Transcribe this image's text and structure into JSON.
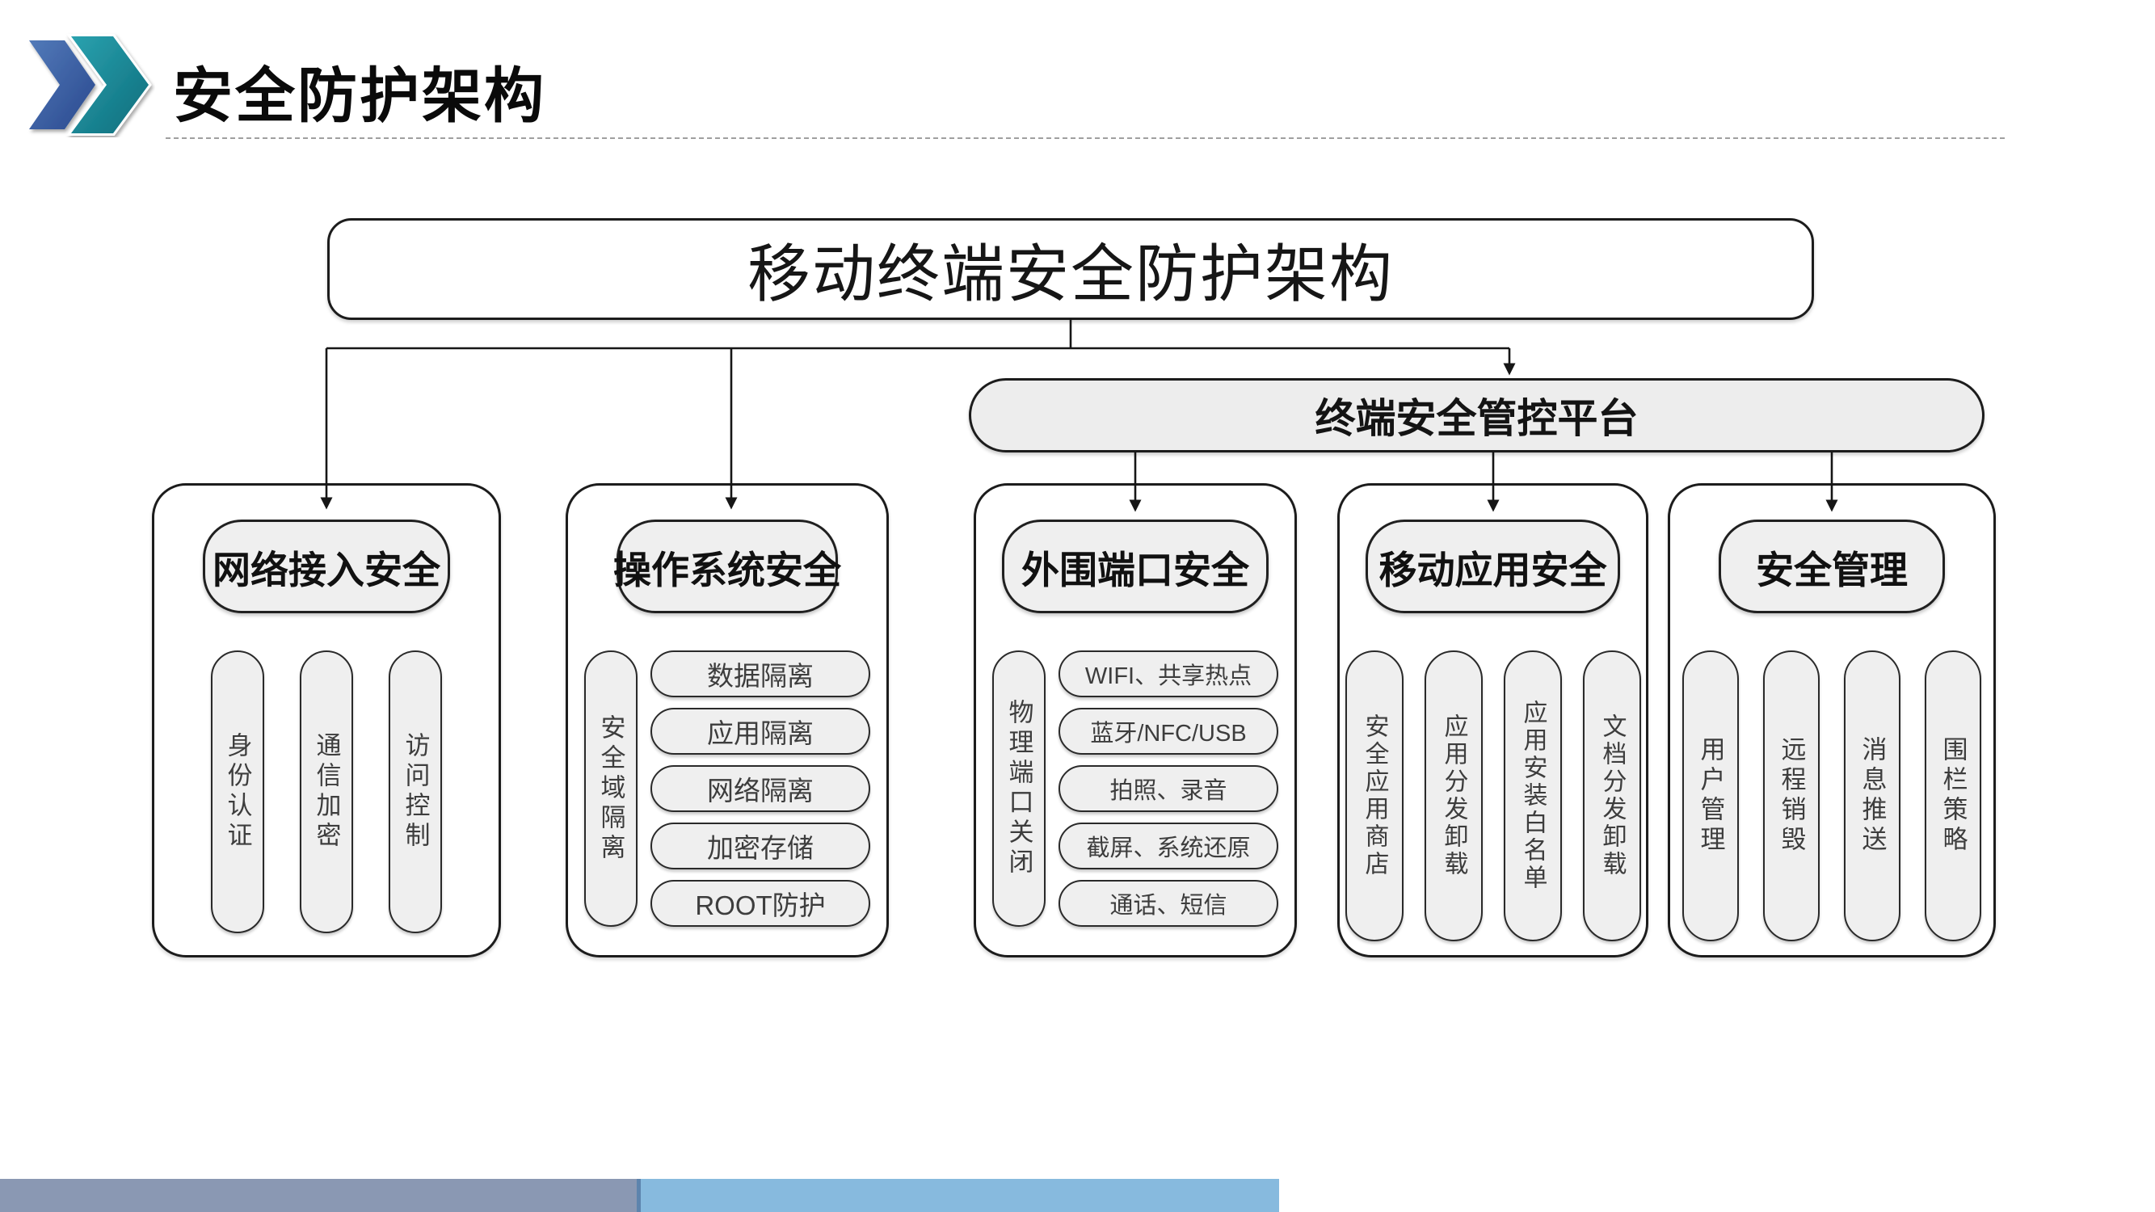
{
  "header": {
    "title": "安全防护架构",
    "logo": {
      "icon": "double-chevron-icon",
      "blue": "#3b63a8",
      "teal": "#17828f"
    }
  },
  "diagram": {
    "root": {
      "label": "移动终端安全防护架构"
    },
    "platform": {
      "label": "终端安全管控平台"
    },
    "line_color": "#161616",
    "pill_fill": "#efefef",
    "columns": [
      {
        "id": "network-access-security",
        "header": "网络接入安全",
        "items": [
          "身份认证",
          "通信加密",
          "访问控制"
        ]
      },
      {
        "id": "os-security",
        "header": "操作系统安全",
        "side_item": "安全域隔离",
        "items": [
          "数据隔离",
          "应用隔离",
          "网络隔离",
          "加密存储",
          "ROOT防护"
        ]
      },
      {
        "id": "peripheral-port-security",
        "header": "外围端口安全",
        "side_item": "物理端口关闭",
        "items": [
          "WIFI、共享热点",
          "蓝牙/NFC/USB",
          "拍照、录音",
          "截屏、系统还原",
          "通话、短信"
        ]
      },
      {
        "id": "mobile-app-security",
        "header": "移动应用安全",
        "items": [
          "安全应用商店",
          "应用分发卸载",
          "应用安装白名单",
          "文档分发卸载"
        ]
      },
      {
        "id": "security-management",
        "header": "安全管理",
        "items": [
          "用户管理",
          "远程销毁",
          "消息推送",
          "围栏策略"
        ]
      }
    ]
  },
  "footer": {
    "bar_left_color": "#8a98b3",
    "bar_right_color": "#87bade"
  }
}
